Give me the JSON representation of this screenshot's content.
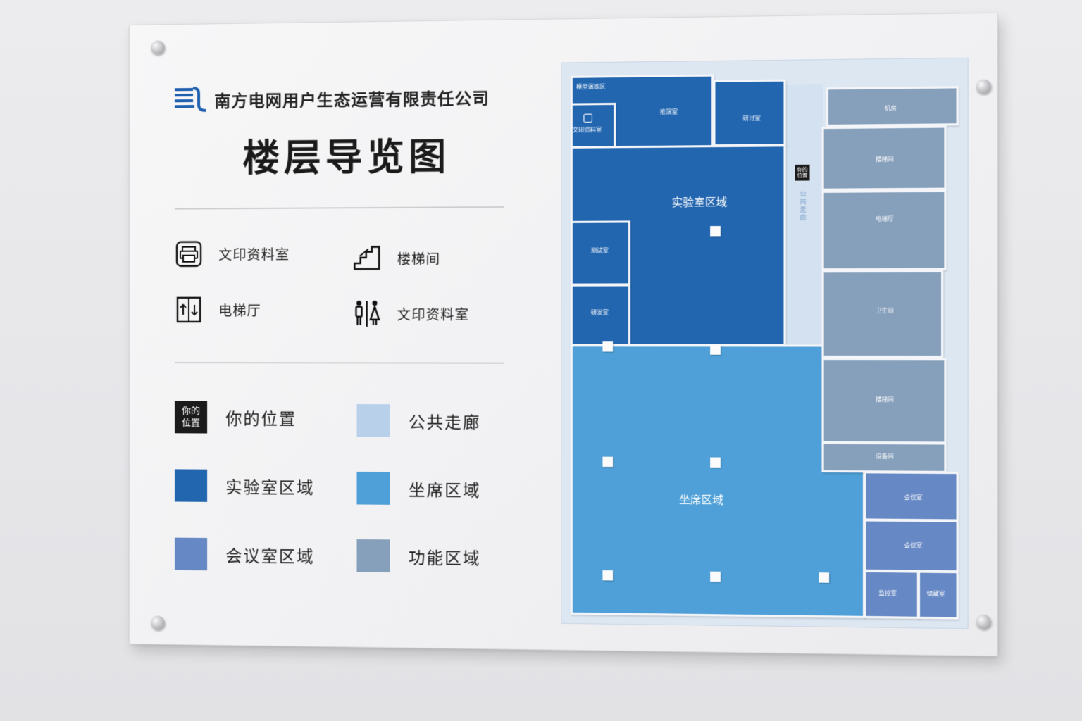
{
  "header": {
    "company": "南方电网用户生态运营有限责任公司",
    "title": "楼层导览图"
  },
  "icon_legend": [
    {
      "icon": "printer-icon",
      "label": "文印资料室"
    },
    {
      "icon": "stairs-icon",
      "label": "楼梯间"
    },
    {
      "icon": "elevator-icon",
      "label": "电梯厅"
    },
    {
      "icon": "restroom-icon",
      "label": "文印资料室"
    }
  ],
  "color_legend": {
    "you_are_here_badge": "你的\n位置",
    "items": [
      {
        "label": "你的位置",
        "color": "#1b1b1b"
      },
      {
        "label": "公共走廊",
        "color": "#b9d0ea"
      },
      {
        "label": "实验室区域",
        "color": "#2366b0"
      },
      {
        "label": "坐席区域",
        "color": "#4fa0d8"
      },
      {
        "label": "会议室区域",
        "color": "#6688c4"
      },
      {
        "label": "功能区域",
        "color": "#869fbb"
      }
    ]
  },
  "map": {
    "rooms": {
      "model_demo_area": "模型演练区",
      "print_room": "文印资料室",
      "rehearsal_room": "推演室",
      "discussion_room_top": "研讨室",
      "lab_area": "实验室区域",
      "test_room": "测试室",
      "discussion_room_left": "研发室",
      "seating_area": "坐席区域",
      "server_room": "机房",
      "stairwell_1": "楼梯间",
      "elevator_hall": "电梯厅",
      "restroom": "卫生间",
      "stairwell_2": "楼梯间",
      "equipment_room": "设备间",
      "meeting_room_1": "会议室",
      "meeting_room_2": "会议室",
      "monitor_room": "监控室",
      "storage_room": "储藏室"
    },
    "corridor_label": "公共走廊",
    "you_are_here": "你的位置"
  }
}
